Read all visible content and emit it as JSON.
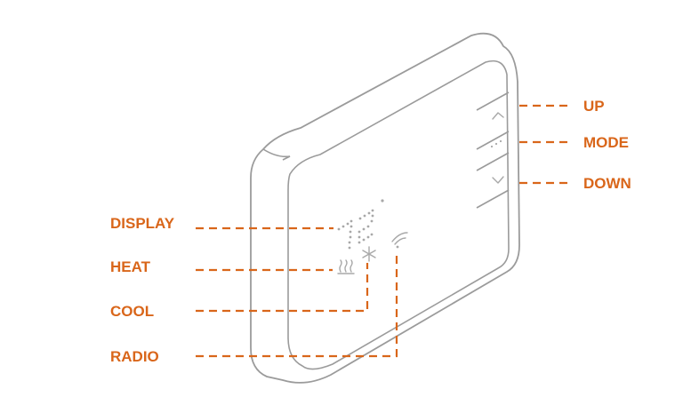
{
  "colors": {
    "label": "#d9661a",
    "outline": "#9b9b9b",
    "icon": "#a8a8a8",
    "background": "#ffffff"
  },
  "icons": {
    "up": "chevron-up-icon",
    "mode": "dots-icon",
    "down": "chevron-down-icon",
    "display": "seven-segment-digits-icon",
    "heat": "heat-waves-icon",
    "cool": "snowflake-icon",
    "radio": "wifi-icon"
  },
  "labels": {
    "up": "UP",
    "mode": "MODE",
    "down": "DOWN",
    "display": "DISPLAY",
    "heat": "HEAT",
    "cool": "COOL",
    "radio": "RADIO"
  }
}
